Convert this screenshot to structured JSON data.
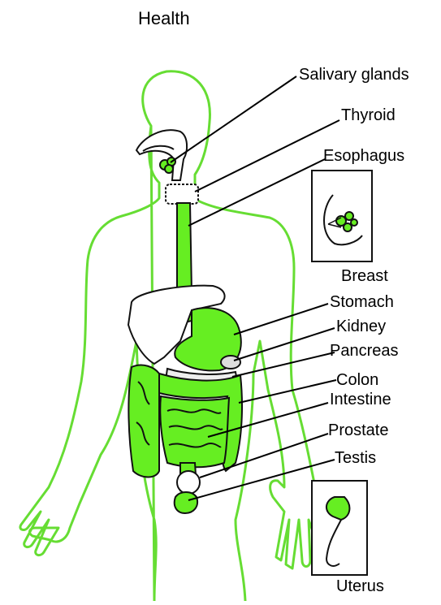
{
  "title": "Health",
  "labels": {
    "salivary_glands": "Salivary glands",
    "thyroid": "Thyroid",
    "esophagus": "Esophagus",
    "breast": "Breast",
    "stomach": "Stomach",
    "kidney": "Kidney",
    "pancreas": "Pancreas",
    "colon": "Colon",
    "intestine": "Intestine",
    "prostate": "Prostate",
    "testis": "Testis",
    "uterus": "Uterus"
  },
  "colors": {
    "body_outline": "#66dd33",
    "organ_fill": "#66ee22",
    "organ_stroke": "#111111",
    "liver_fill": "#ffffff",
    "leader_line": "#000000"
  }
}
